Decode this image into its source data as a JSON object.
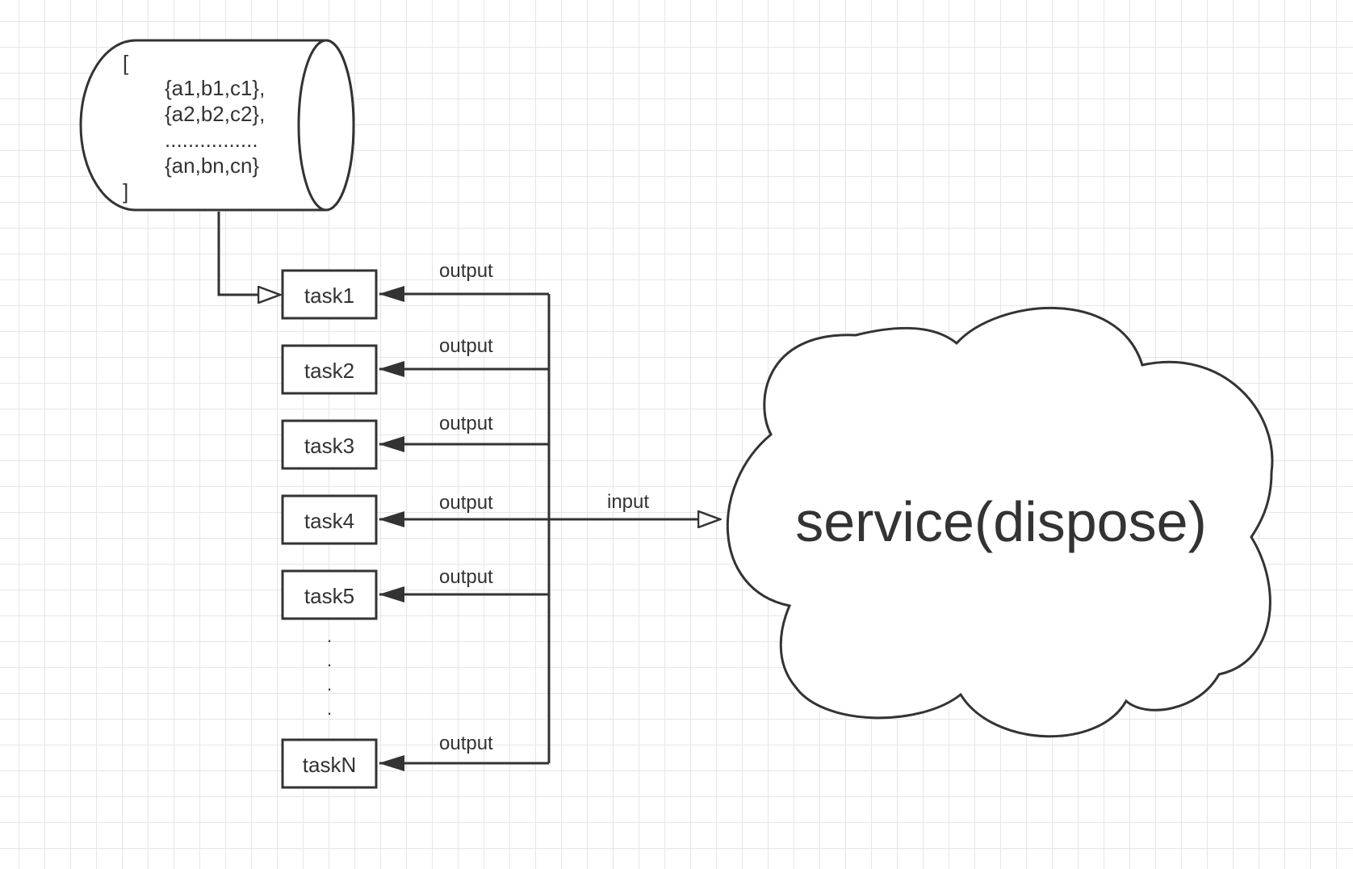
{
  "database": {
    "lines": [
      "[",
      "{a1,b1,c1},",
      "{a2,b2,c2},",
      "................",
      "{an,bn,cn}",
      "]"
    ]
  },
  "tasks": [
    "task1",
    "task2",
    "task3",
    "task4",
    "task5",
    "taskN"
  ],
  "ellipsis": [
    ".",
    ".",
    ".",
    "."
  ],
  "output_label": "output",
  "input_label": "input",
  "service_label": "service(dispose)",
  "colors": {
    "stroke": "#333333",
    "grid": "#e6e6e6",
    "background": "#ffffff"
  }
}
